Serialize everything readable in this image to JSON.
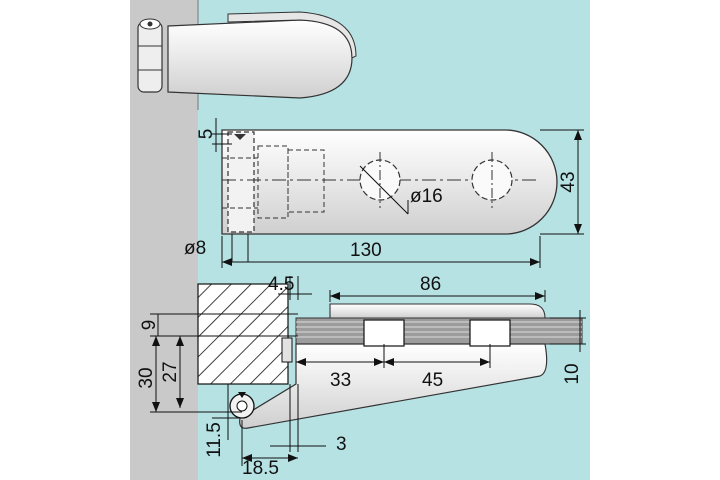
{
  "colors": {
    "background": "#ffffff",
    "wall": "#c9c9c9",
    "panel": "#b7e2e4",
    "metal_light": "#f4f4f4",
    "metal_mid": "#d6d6d6",
    "line": "#111111"
  },
  "dimensions": {
    "top": {
      "d5": "5",
      "d16": "ø16",
      "d43": "43",
      "d8": "ø8",
      "d130": "130"
    },
    "side": {
      "d4_5": "4.5",
      "d86": "86",
      "d9": "9",
      "d30": "30",
      "d27": "27",
      "d33": "33",
      "d45": "45",
      "d10": "10",
      "d11_5": "11.5",
      "d3": "3",
      "d18_5": "18.5"
    }
  }
}
